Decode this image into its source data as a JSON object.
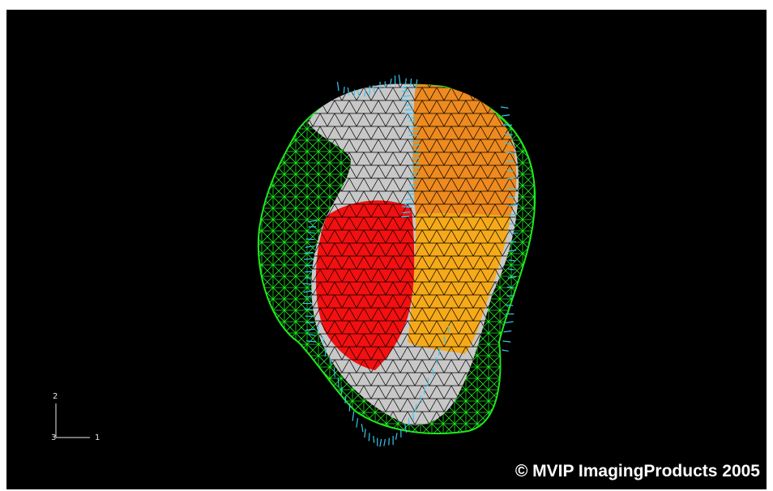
{
  "viewer": {
    "background_color": "#000000",
    "axes": {
      "y_label": "2",
      "z_label": "3",
      "x_label": "1"
    },
    "copyright": "© MVIP ImagingProducts 2005"
  },
  "mesh": {
    "wireframe_color": "#1ee81e",
    "normals_color": "#39c6ee",
    "surface_colors": {
      "gray": "#c8c8c8",
      "orange": "#ee8a1e",
      "red": "#f21010",
      "yellow_orange": "#f6aa1a"
    }
  }
}
